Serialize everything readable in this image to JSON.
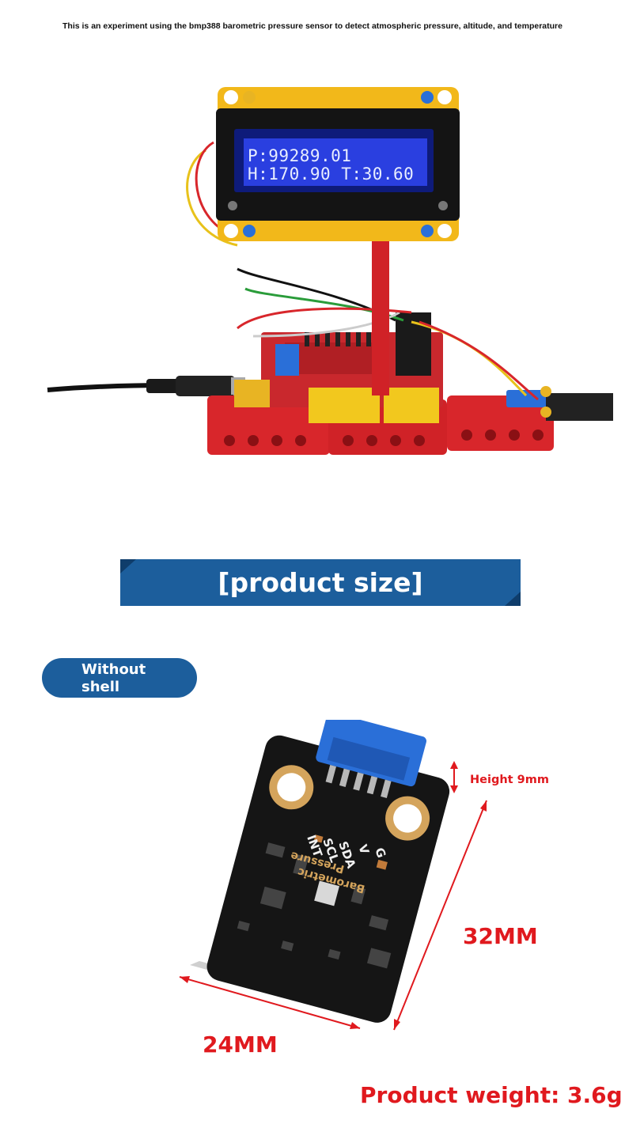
{
  "caption": "This is an experiment using the bmp388 barometric pressure sensor to detect atmospheric pressure, altitude, and temperature",
  "lcd": {
    "line1": "P:99289.01",
    "line2": "H:170.90 T:30.60"
  },
  "section_title": "[product size]",
  "variant": {
    "line1": "Without",
    "line2": "shell"
  },
  "board": {
    "pins": [
      "INT",
      "SCL",
      "SDA",
      "V",
      "G"
    ],
    "silk_line1": "Pressure",
    "silk_line2": "Barometric"
  },
  "dimensions": {
    "height": "Height 9mm",
    "length": "32MM",
    "width": "24MM",
    "weight": "Product weight: 3.6g"
  },
  "colors": {
    "banner": "#1c5e9c",
    "dimension_text": "#e0191e",
    "lcd_background": "#2a3fe0",
    "frame_red": "#d8262b",
    "frame_yellow": "#f2b81a",
    "sensor_blue": "#2a6fd8"
  }
}
